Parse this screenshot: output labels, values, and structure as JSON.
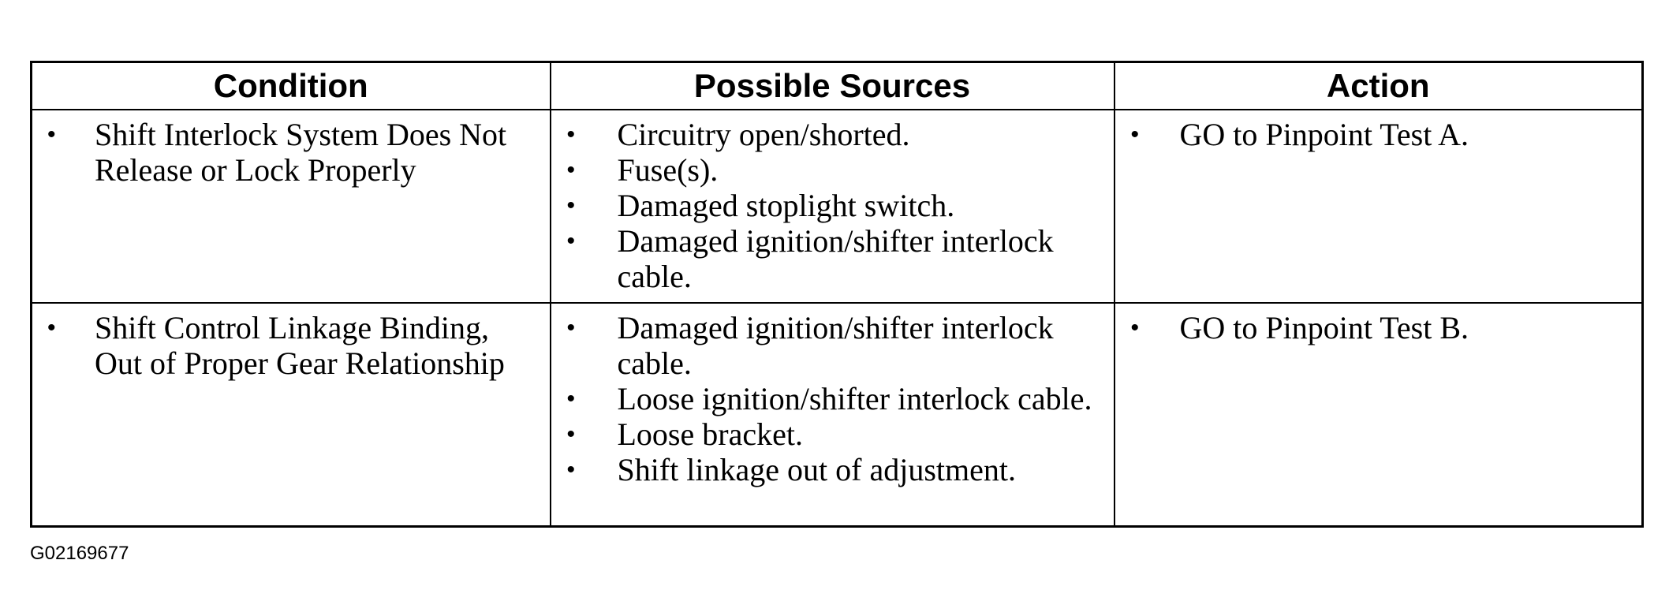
{
  "table": {
    "headers": {
      "condition": "Condition",
      "sources": "Possible Sources",
      "action": "Action"
    },
    "rows": [
      {
        "condition": [
          "Shift Interlock System Does Not Release or Lock Properly"
        ],
        "sources": [
          "Circuitry open/shorted.",
          "Fuse(s).",
          "Damaged stoplight switch.",
          "Damaged ignition/shifter interlock cable."
        ],
        "action": [
          "GO to Pinpoint Test A."
        ]
      },
      {
        "condition": [
          "Shift Control Linkage Binding, Out of Proper Gear Relationship"
        ],
        "sources": [
          "Damaged ignition/shifter interlock cable.",
          "Loose ignition/shifter interlock cable.",
          "Loose bracket.",
          "Shift linkage out of adjustment."
        ],
        "action": [
          "GO to Pinpoint Test B."
        ]
      }
    ],
    "bullet": "•"
  },
  "figure_id": "G02169677"
}
